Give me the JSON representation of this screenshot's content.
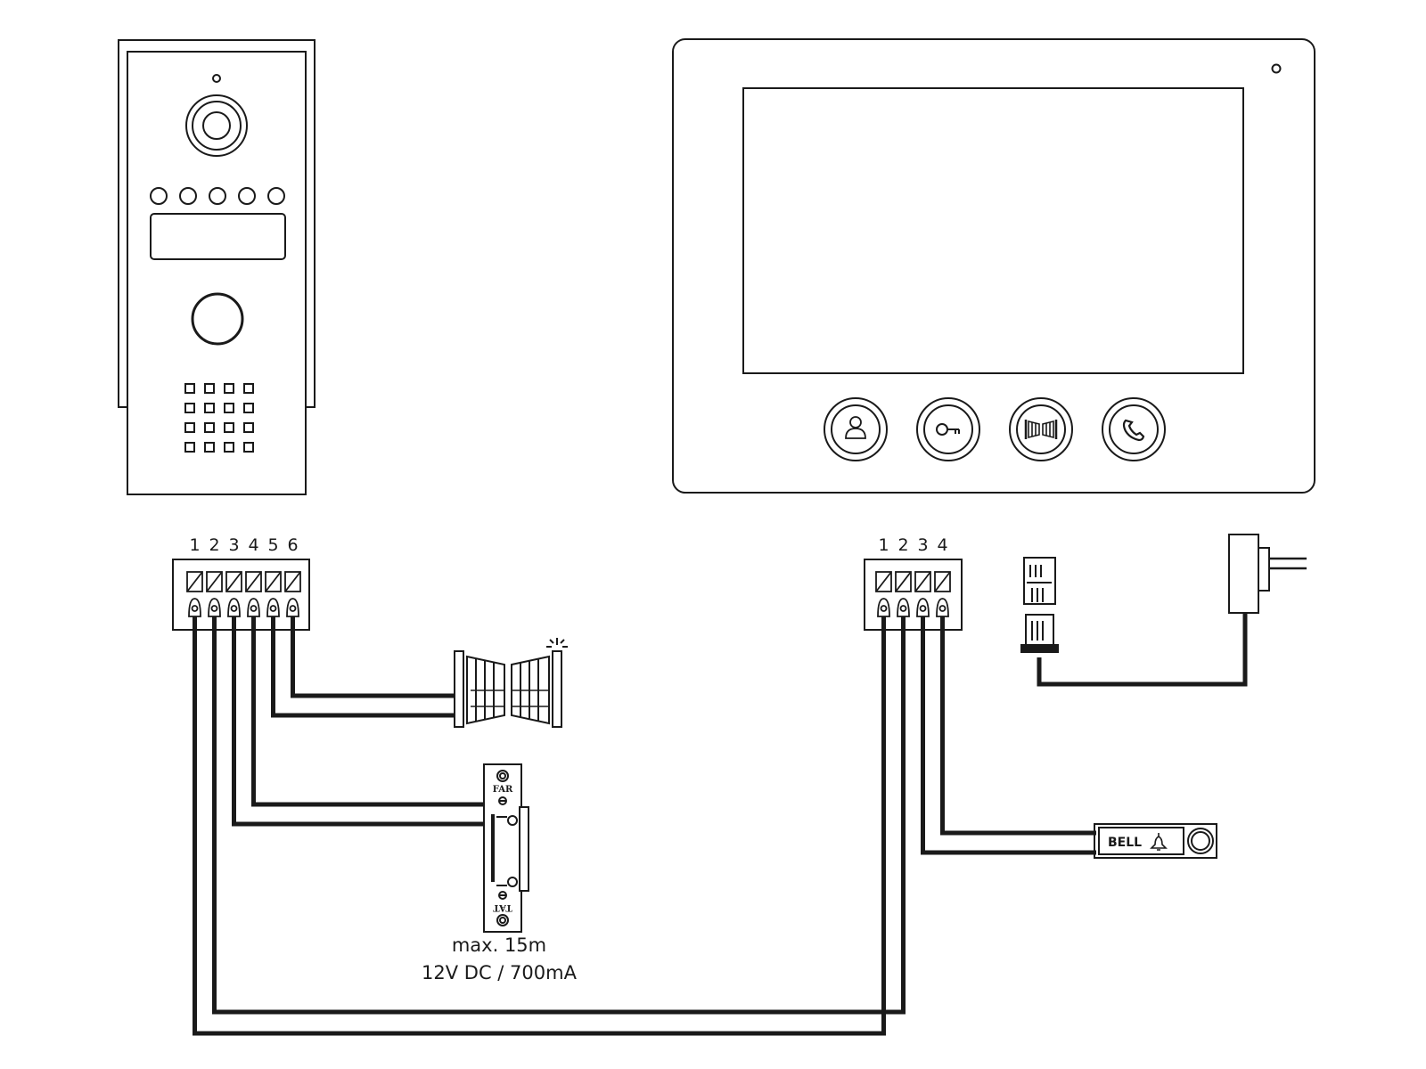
{
  "door_station": {
    "terminal_numbers": [
      "1",
      "2",
      "3",
      "4",
      "5",
      "6"
    ]
  },
  "monitor": {
    "terminal_numbers": [
      "1",
      "2",
      "3",
      "4"
    ],
    "buttons": [
      {
        "icon": "person-icon"
      },
      {
        "icon": "key-icon"
      },
      {
        "icon": "gate-icon"
      },
      {
        "icon": "handset-icon"
      }
    ]
  },
  "electric_strike": {
    "top_mark": "FAR",
    "bottom_mark": "TAT"
  },
  "caption": {
    "line1": "max. 15m",
    "line2": "12V DC / 700mA"
  },
  "bell_button": {
    "label": "BELL"
  },
  "colors": {
    "stroke": "#1a1a1a",
    "background": "#ffffff"
  }
}
